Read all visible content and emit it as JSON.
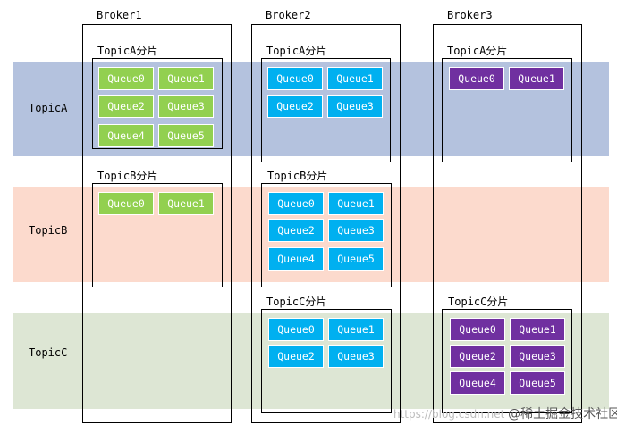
{
  "topics": [
    {
      "id": "a",
      "label": "TopicA"
    },
    {
      "id": "b",
      "label": "TopicB"
    },
    {
      "id": "c",
      "label": "TopicC"
    }
  ],
  "brokers": [
    {
      "label": "Broker1",
      "shards": [
        {
          "label": "TopicA分片",
          "color": "#92d050",
          "queues": [
            "Queue0",
            "Queue1",
            "Queue2",
            "Queue3",
            "Queue4",
            "Queue5"
          ]
        },
        {
          "label": "TopicB分片",
          "color": "#92d050",
          "queues": [
            "Queue0",
            "Queue1"
          ]
        }
      ]
    },
    {
      "label": "Broker2",
      "shards": [
        {
          "label": "TopicA分片",
          "color": "#00b0f0",
          "queues": [
            "Queue0",
            "Queue1",
            "Queue2",
            "Queue3"
          ]
        },
        {
          "label": "TopicB分片",
          "color": "#00b0f0",
          "queues": [
            "Queue0",
            "Queue1",
            "Queue2",
            "Queue3",
            "Queue4",
            "Queue5"
          ]
        },
        {
          "label": "TopicC分片",
          "color": "#00b0f0",
          "queues": [
            "Queue0",
            "Queue1",
            "Queue2",
            "Queue3"
          ]
        }
      ]
    },
    {
      "label": "Broker3",
      "shards": [
        {
          "label": "TopicA分片",
          "color": "#7030a0",
          "queues": [
            "Queue0",
            "Queue1"
          ]
        },
        {
          "label": "TopicC分片",
          "color": "#7030a0",
          "queues": [
            "Queue0",
            "Queue1",
            "Queue2",
            "Queue3",
            "Queue4",
            "Queue5"
          ]
        }
      ]
    }
  ],
  "watermark": {
    "url": "https://blog.csdn.net",
    "brand": "@稀土掘金技术社区"
  }
}
